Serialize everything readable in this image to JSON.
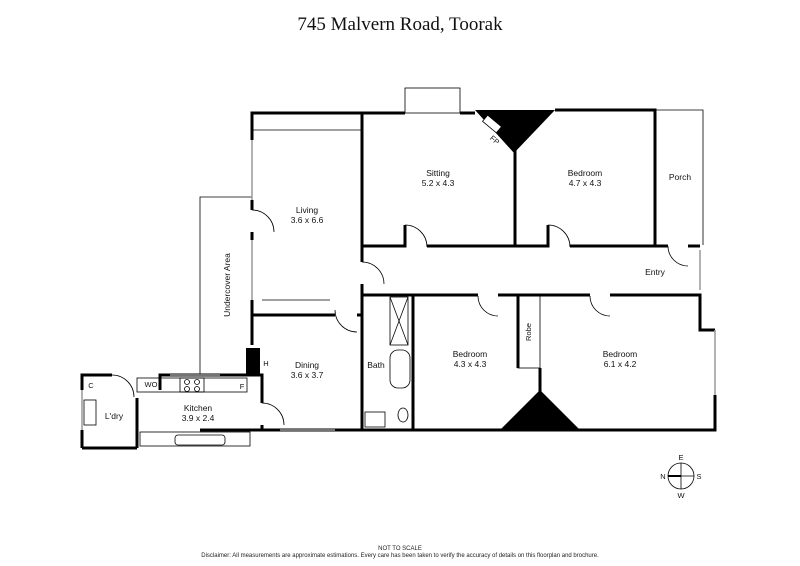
{
  "title": "745 Malvern Road, Toorak",
  "rooms": {
    "living": {
      "name": "Living",
      "dims": "3.6 x 6.6"
    },
    "sitting": {
      "name": "Sitting",
      "dims": "5.2 x 4.3"
    },
    "bedroom1": {
      "name": "Bedroom",
      "dims": "4.7 x 4.3"
    },
    "porch": {
      "name": "Porch"
    },
    "entry": {
      "name": "Entry"
    },
    "undercover": {
      "name": "Undercover Area"
    },
    "dining": {
      "name": "Dining",
      "dims": "3.6 x 3.7"
    },
    "bath": {
      "name": "Bath"
    },
    "bedroom2": {
      "name": "Bedroom",
      "dims": "4.3 x 4.3"
    },
    "robe": {
      "name": "Robe"
    },
    "bedroom3": {
      "name": "Bedroom",
      "dims": "6.1 x 4.2"
    },
    "kitchen": {
      "name": "Kitchen",
      "dims": "3.9 x 2.4"
    },
    "laundry": {
      "name": "L'dry"
    }
  },
  "fixtures": {
    "fireplace": "FP",
    "wo": "WO",
    "fridge": "F",
    "cupboard": "C",
    "heater": "H"
  },
  "compass": {
    "n": "N",
    "e": "E",
    "s": "S",
    "w": "W"
  },
  "footer": {
    "not_to_scale": "NOT TO SCALE",
    "disclaimer": "Disclaimer: All measurements are approximate estimations. Every care has been taken to verify the accuracy of details on this floorplan and brochure."
  }
}
